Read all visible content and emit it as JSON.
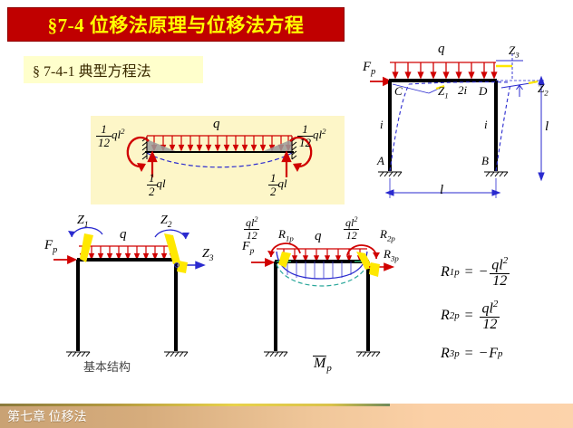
{
  "slide": {
    "title": "§7-4 位移法原理与位移法方程",
    "subtitle": "§ 7-4-1 典型方程法",
    "footer": "第七章 位移法",
    "colors": {
      "title_bg": "#C00000",
      "title_fg": "#FFFF00",
      "subtitle_bg": "#FFFFCC",
      "panel_bg": "#FDF6C8",
      "load_red": "#D00000",
      "dim_blue": "#1F1FC8",
      "deflection_teal": "#2AA79B",
      "moment_blue": "#3A3ACF",
      "arrow_yellow": "#FFE800"
    }
  },
  "frame_diagram": {
    "name": "original-frame",
    "load_label": "q",
    "force_label": "F",
    "force_sub": "p",
    "unknowns": [
      "Z",
      "Z",
      "Z"
    ],
    "unknown_subs": [
      "1",
      "2",
      "3"
    ],
    "stiffness_column_left": "i",
    "stiffness_column_right": "i",
    "stiffness_beam": "2i",
    "nodes": [
      "A",
      "B",
      "C",
      "D"
    ],
    "span_label": "l",
    "height_label": "l"
  },
  "beam_diagram": {
    "name": "fixed-fixed-beam",
    "load_label": "q",
    "left_moment": {
      "num": "1",
      "den": "12",
      "expr": "ql",
      "exp": "2"
    },
    "right_moment": {
      "num": "1",
      "den": "12",
      "expr": "ql",
      "exp": "2"
    },
    "left_reaction": {
      "num": "1",
      "den": "2",
      "expr": "ql"
    },
    "right_reaction": {
      "num": "1",
      "den": "2",
      "expr": "ql"
    }
  },
  "basic_structure": {
    "name": "basic-structure",
    "caption": "基本结构",
    "load_label": "q",
    "force_label": "F",
    "force_sub": "p",
    "unknowns": [
      {
        "sym": "Z",
        "sub": "1"
      },
      {
        "sym": "Z",
        "sub": "2"
      },
      {
        "sym": "Z",
        "sub": "3"
      }
    ]
  },
  "mp_diagram": {
    "name": "mp-moment-diagram",
    "caption_sym": "M",
    "caption_sub": "p",
    "load_label": "q",
    "force_label": "F",
    "force_sub": "p",
    "left_fraction": {
      "num": "ql",
      "num_exp": "2",
      "den": "12"
    },
    "right_fraction": {
      "num": "ql",
      "num_exp": "2",
      "den": "12"
    },
    "reactions": [
      {
        "sym": "R",
        "sub": "1p"
      },
      {
        "sym": "R",
        "sub": "2p"
      },
      {
        "sym": "R",
        "sub": "3p"
      }
    ]
  },
  "equations": [
    {
      "lhs_sym": "R",
      "lhs_sub": "1p",
      "eq": "=",
      "sign": "−",
      "num": "ql",
      "num_exp": "2",
      "den": "12",
      "plain": null
    },
    {
      "lhs_sym": "R",
      "lhs_sub": "2p",
      "eq": "=",
      "sign": "",
      "num": "ql",
      "num_exp": "2",
      "den": "12",
      "plain": null
    },
    {
      "lhs_sym": "R",
      "lhs_sub": "3p",
      "eq": "=",
      "sign": "−",
      "num": null,
      "num_exp": null,
      "den": null,
      "plain": "F",
      "plain_sub": "p"
    }
  ]
}
